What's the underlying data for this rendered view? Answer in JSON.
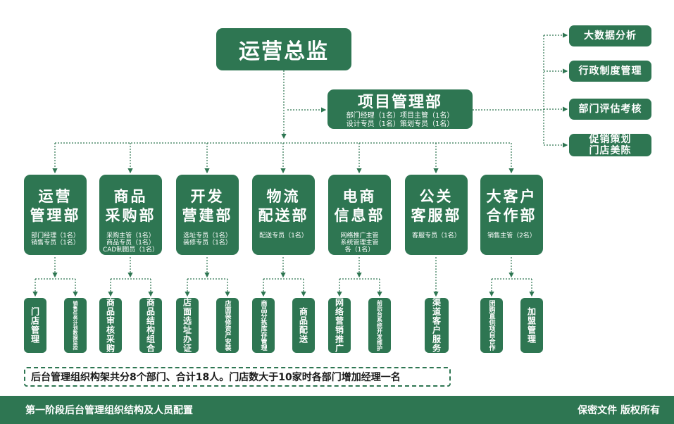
{
  "top": {
    "title": "运营总监"
  },
  "project": {
    "title": "项目管理部",
    "lines": [
      "部门经理（1名）项目主管（1名）",
      "设计专员（1名）策划专员（1名）"
    ]
  },
  "side": [
    {
      "lines": [
        "大数据分析"
      ]
    },
    {
      "lines": [
        "行政制度管理"
      ]
    },
    {
      "lines": [
        "部门评估考核"
      ]
    },
    {
      "lines": [
        "促销策划",
        "门店美陈"
      ]
    }
  ],
  "departments": [
    {
      "name1": "运营",
      "name2": "管理部",
      "staff": [
        "部门经理（1名）",
        "销售专员（1名）"
      ],
      "leaves": [
        "门店管理",
        "销售任务计划数据监控"
      ]
    },
    {
      "name1": "商品",
      "name2": "采购部",
      "staff": [
        "采购主管（1名）",
        "商品专员（1名）",
        "CAD制图员（1名）"
      ],
      "leaves": [
        "商品审核采购",
        "商品结构组合"
      ]
    },
    {
      "name1": "开发",
      "name2": "营建部",
      "staff": [
        "选址专员（1名）",
        "装修专员（1名）"
      ],
      "leaves": [
        "店面选址办证",
        "店面装修资产安装"
      ]
    },
    {
      "name1": "物流",
      "name2": "配送部",
      "staff": [
        "配送专员（1名）"
      ],
      "leaves": [
        "商品分拣库存管理",
        "商品配送"
      ]
    },
    {
      "name1": "电商",
      "name2": "信息部",
      "staff": [
        "网络推广主管",
        "系统管理主管",
        "各（1名）"
      ],
      "leaves": [
        "网络营销推广",
        "前后台系统开发维护"
      ]
    },
    {
      "name1": "公关",
      "name2": "客服部",
      "staff": [
        "客服专员（1名）"
      ],
      "leaves": [
        "渠道客户服务"
      ]
    },
    {
      "name1": "大客户",
      "name2": "合作部",
      "staff": [
        "销售主管（2名）"
      ],
      "leaves": [
        "团购直供项目合作",
        "加盟管理"
      ]
    }
  ],
  "note": "后台管理组织构架共分8个部门、合计18人。门店数大于10家时各部门增加经理一名",
  "footer": {
    "left": "第一阶段后台管理组织结构及人员配置",
    "right": "保密文件 版权所有"
  },
  "colors": {
    "primary": "#2e7652",
    "background": "#ffffff"
  }
}
